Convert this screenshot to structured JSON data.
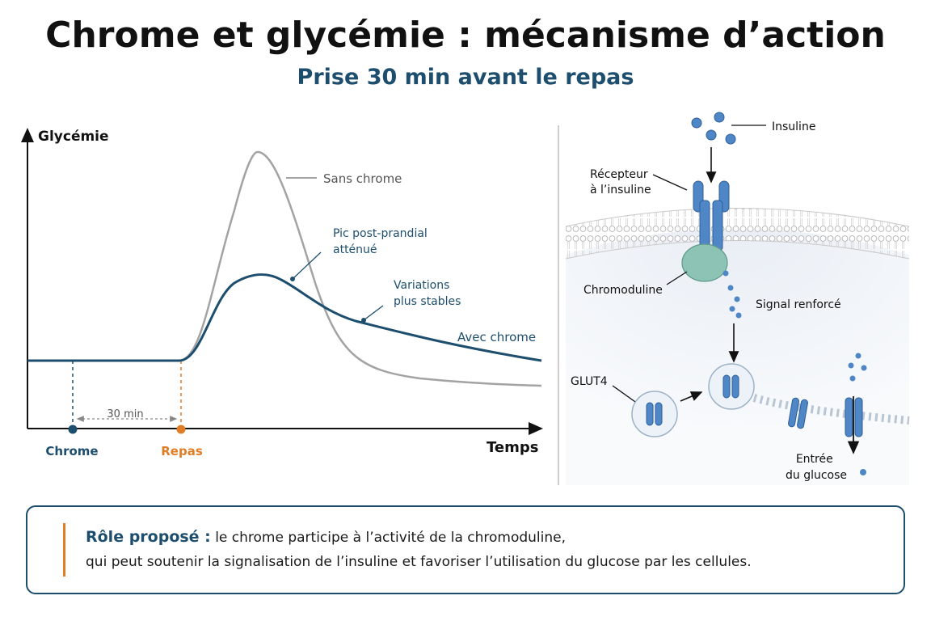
{
  "title": "Chrome et glycémie : mécanisme d’action",
  "subtitle": "Prise 30 min avant le repas",
  "graph": {
    "y_axis_label": "Glycémie",
    "x_axis_label": "Temps",
    "marker_chrome": "Chrome",
    "marker_repas": "Repas",
    "interval_label": "30 min",
    "curve_without_label": "Sans chrome",
    "curve_with_label": "Avec chrome",
    "annotation_peak": [
      "Pic post-prandial",
      "atténué"
    ],
    "annotation_stable": [
      "Variations",
      "plus stables"
    ],
    "colors": {
      "with": "#1d4e6e",
      "without": "#a3a3a3",
      "repas": "#e07d27"
    }
  },
  "mechanism": {
    "insulin_label": "Insuline",
    "receptor_label": [
      "Récepteur",
      "à l’insuline"
    ],
    "chromodulin_label": "Chromoduline",
    "signal_label": "Signal renforcé",
    "glut4_label": "GLUT4",
    "glucose_entry_label": [
      "Entrée",
      "du glucose"
    ]
  },
  "note": {
    "heading": "Rôle proposé :",
    "line1_rest": " le chrome participe à l’activité de la chromoduline,",
    "line2": "qui peut soutenir la signalisation de l’insuline et favoriser l’utilisation du glucose par les cellules."
  }
}
